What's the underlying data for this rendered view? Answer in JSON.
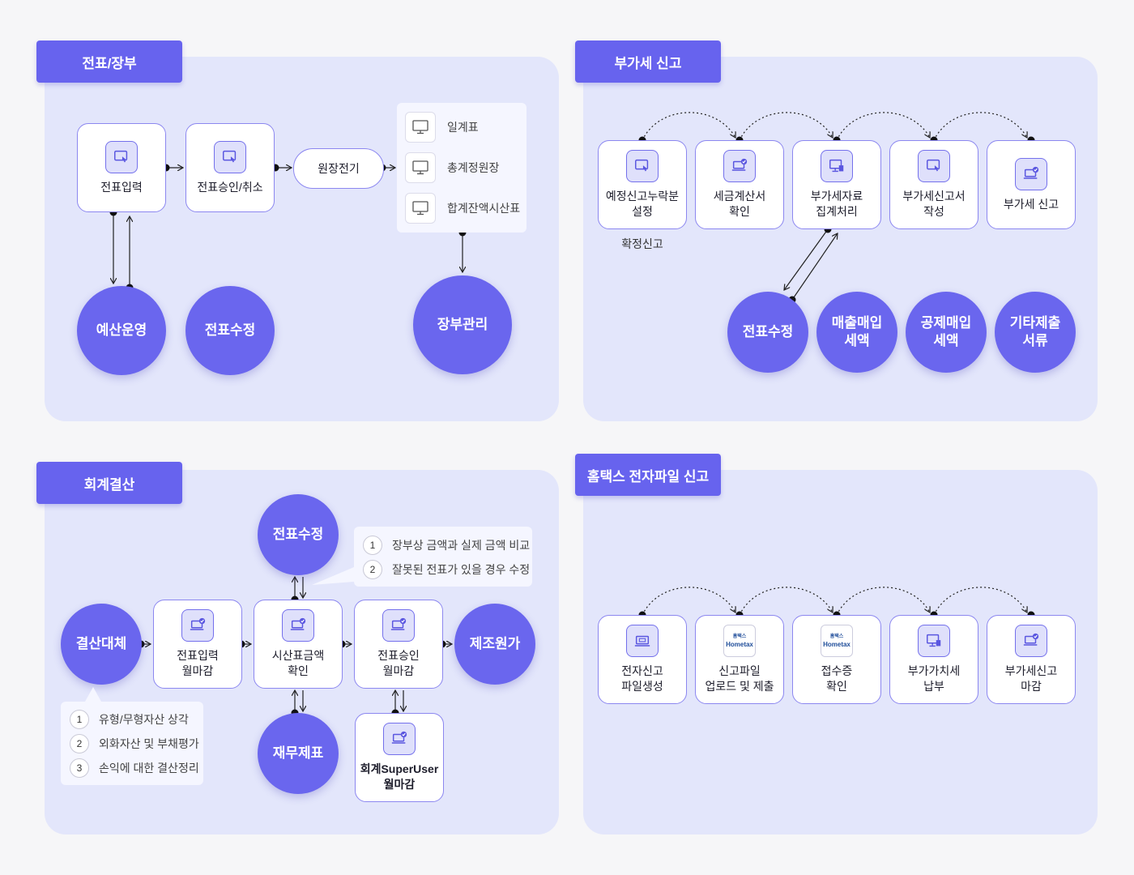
{
  "section1": {
    "title": "전표/장부",
    "entry": "전표입력",
    "approve": "전표승인/취소",
    "post": "원장전기",
    "ledgers": [
      "일계표",
      "총계정원장",
      "합계잔액시산표"
    ],
    "budget": "예산운영",
    "edit": "전표수정",
    "book": "장부관리"
  },
  "section2": {
    "title": "부가세 신고",
    "steps": [
      {
        "l1": "예정신고누락분",
        "l2": "설정"
      },
      {
        "l1": "세금계산서",
        "l2": "확인"
      },
      {
        "l1": "부가세자료",
        "l2": "집계처리"
      },
      {
        "l1": "부가세신고서",
        "l2": "작성"
      },
      {
        "l1": "부가세 신고",
        "l2": ""
      }
    ],
    "confirm": "확정신고",
    "circles": [
      {
        "l1": "전표수정",
        "l2": ""
      },
      {
        "l1": "매출매입",
        "l2": "세액"
      },
      {
        "l1": "공제매입",
        "l2": "세액"
      },
      {
        "l1": "기타제출",
        "l2": "서류"
      }
    ]
  },
  "section3": {
    "title": "회계결산",
    "closing": "결산대체",
    "entry": {
      "l1": "전표입력",
      "l2": "월마감"
    },
    "trial": {
      "l1": "시산표금액",
      "l2": "확인"
    },
    "approve": {
      "l1": "전표승인",
      "l2": "월마감"
    },
    "cost": "제조원가",
    "edit": "전표수정",
    "fs": "재무제표",
    "super": {
      "l1": "회계SuperUser",
      "l2": "월마감"
    },
    "notes_top": [
      "장부상 금액과 실제 금액 비교",
      "잘못된 전표가 있을 경우 수정"
    ],
    "notes_bottom": [
      "유형/무형자산 상각",
      "외화자산 및 부채평가",
      "손익에 대한 결산정리"
    ]
  },
  "section4": {
    "title": "홈택스 전자파일 신고",
    "steps": [
      {
        "l1": "전자신고",
        "l2": "파일생성"
      },
      {
        "l1": "신고파일",
        "l2": "업로드 및 제출"
      },
      {
        "l1": "접수증",
        "l2": "확인"
      },
      {
        "l1": "부가가치세",
        "l2": "납부"
      },
      {
        "l1": "부가세신고",
        "l2": "마감"
      }
    ],
    "logo_small": "홈택스",
    "logo_text": "Hometax"
  },
  "colors": {
    "accent": "#6763ee",
    "panel": "#e3e6fb",
    "border": "#8c87f0"
  }
}
